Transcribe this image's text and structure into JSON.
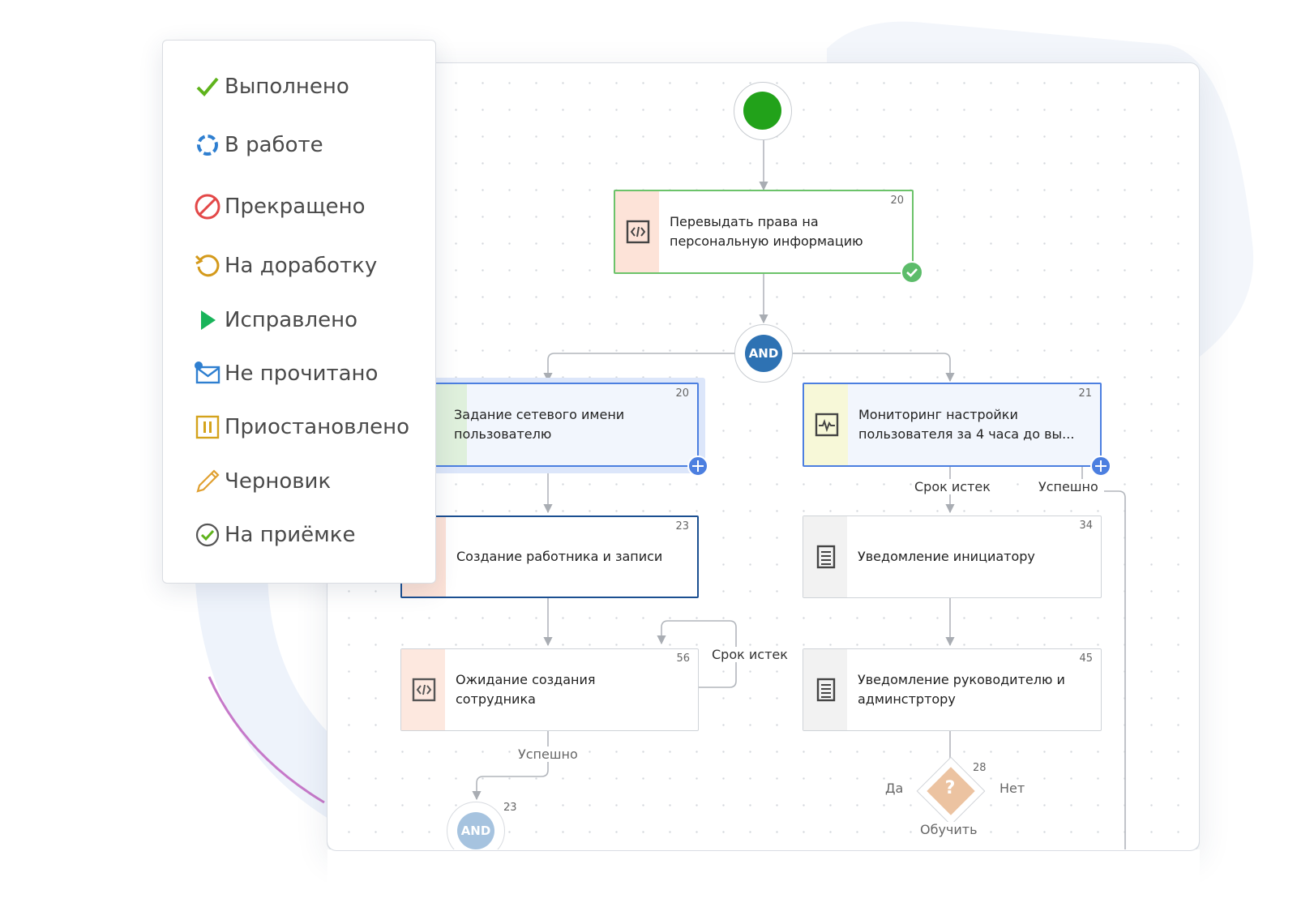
{
  "legend": {
    "items": [
      {
        "label": "Выполнено",
        "icon": "checkmark-icon",
        "color": "#4caf1a"
      },
      {
        "label": "В работе",
        "icon": "in-progress-icon",
        "color": "#2f7fd0"
      },
      {
        "label": "Прекращено",
        "icon": "stopped-icon",
        "color": "#e04040"
      },
      {
        "label": "На доработку",
        "icon": "rework-icon",
        "color": "#d49a1c"
      },
      {
        "label": "Исправлено",
        "icon": "play-icon",
        "color": "#19b45a"
      },
      {
        "label": "Не прочитано",
        "icon": "unread-mail-icon",
        "color": "#2f7fd0"
      },
      {
        "label": "Приостановлено",
        "icon": "pause-icon",
        "color": "#d4a31c"
      },
      {
        "label": "Черновик",
        "icon": "pencil-icon",
        "color": "#e0a030"
      },
      {
        "label": "На приёмке",
        "icon": "check-circle-icon",
        "color": "#4caf1a"
      }
    ]
  },
  "diagram": {
    "start": {
      "color": "#22a21a"
    },
    "gateway_main": {
      "label": "AND"
    },
    "gateway_bottom": {
      "label": "AND",
      "number": "23"
    },
    "decision": {
      "number": "28",
      "symbol": "?",
      "yes": "Да",
      "no": "Нет",
      "bottom": "Обучить"
    },
    "nodes": [
      {
        "id": "n-reissue",
        "number": "20",
        "text": "Перевыдать права на персональную информацию",
        "icon": "code-icon",
        "status": "done"
      },
      {
        "id": "n-netname",
        "number": "20",
        "text": "Задание сетевого имени пользователю",
        "icon": "none",
        "status": "selected"
      },
      {
        "id": "n-monitor",
        "number": "21",
        "text": "Мониторинг настройки пользователя за 4 часа до вы...",
        "icon": "pulse-icon",
        "status": "active"
      },
      {
        "id": "n-create",
        "number": "23",
        "text": "Создание работника и записи",
        "icon": "none",
        "status": "active-dark"
      },
      {
        "id": "n-notify-init",
        "number": "34",
        "text": "Уведомление инициатору",
        "icon": "document-icon",
        "status": "normal"
      },
      {
        "id": "n-wait",
        "number": "56",
        "text": "Ожидание создания сотрудника",
        "icon": "code-icon",
        "status": "normal"
      },
      {
        "id": "n-notify-mgr",
        "number": "45",
        "text": "Уведомление руководителю и админстртору",
        "icon": "document-icon",
        "status": "normal"
      }
    ],
    "edge_labels": {
      "expired_left": "Срок истек",
      "success_left": "Успешно",
      "expired_right": "Срок истек",
      "success_right": "Успешно"
    }
  }
}
